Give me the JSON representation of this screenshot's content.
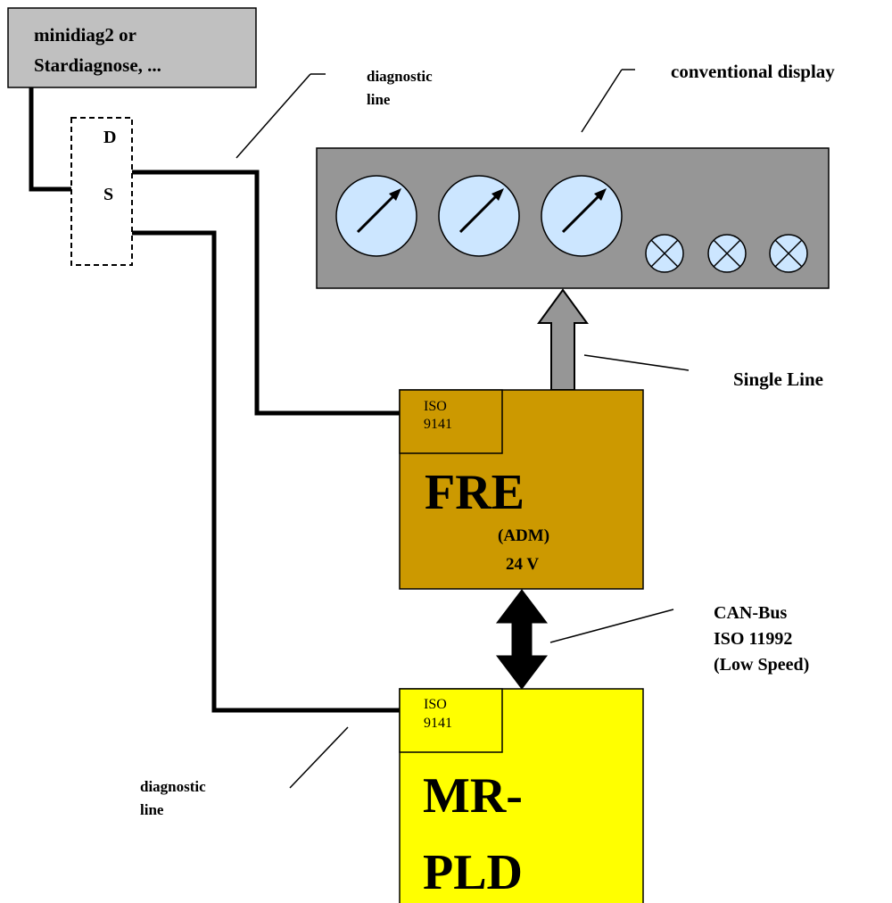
{
  "tester": {
    "line1": "minidiag2 or",
    "line2": "Stardiagnose, ..."
  },
  "switch": {
    "label_d": "D",
    "label_s": "S"
  },
  "labels": {
    "diagnostic_top_1": "diagnostic",
    "diagnostic_top_2": "line",
    "diagnostic_bottom_1": "diagnostic",
    "diagnostic_bottom_2": "line",
    "conventional_display": "conventional display",
    "single_line": "Single Line",
    "can_1": "CAN-Bus",
    "can_2": "ISO 11992",
    "can_3": "(Low Speed)"
  },
  "fre": {
    "iso_1": "ISO",
    "iso_2": "9141",
    "title": "FRE",
    "sub": "(ADM)",
    "voltage": "24 V"
  },
  "mrpld": {
    "iso_1": "ISO",
    "iso_2": "9141",
    "title_1": "MR-",
    "title_2": "PLD"
  },
  "display": {
    "gauges": 3,
    "lamps": 3
  },
  "colors": {
    "tester_fill": "#c0c0c0",
    "display_fill": "#969696",
    "gauge_fill": "#cce6ff",
    "fre_fill": "#cc9900",
    "mrpld_fill": "#ffff00",
    "arrow_up_fill": "#969696",
    "arrow_double_fill": "#000000"
  }
}
